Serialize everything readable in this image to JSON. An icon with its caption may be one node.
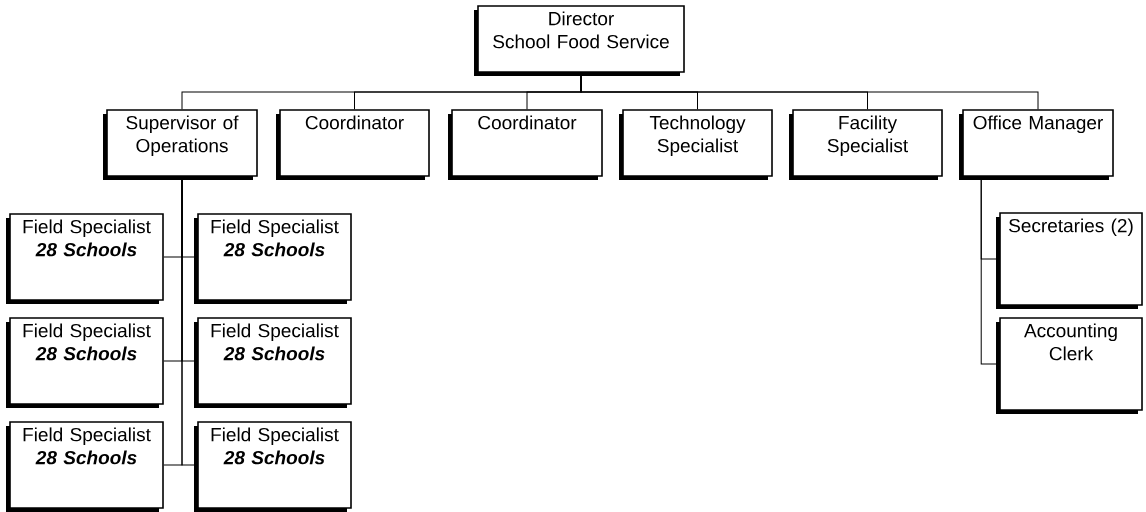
{
  "diagram": {
    "nodes": [
      {
        "text": [
          "Director",
          "School Food Service"
        ]
      },
      {
        "text": [
          "Supervisor of Operations"
        ]
      },
      {
        "text": [
          "Coordinator"
        ]
      },
      {
        "text": [
          "Coordinator"
        ]
      },
      {
        "text": [
          "Technology Specialist"
        ]
      },
      {
        "text": [
          "Facility Specialist"
        ]
      },
      {
        "text": [
          "Office Manager"
        ]
      },
      {
        "text": [
          "Field Specialist",
          "28 Schools"
        ]
      },
      {
        "text": [
          "Field Specialist",
          "28 Schools"
        ]
      },
      {
        "text": [
          "Field Specialist",
          "28 Schools"
        ]
      },
      {
        "text": [
          "Field Specialist",
          "28 Schools"
        ]
      },
      {
        "text": [
          "Field Specialist",
          "28 Schools"
        ]
      },
      {
        "text": [
          "Field Specialist",
          "28 Schools"
        ]
      },
      {
        "text": [
          "Secretaries (2)"
        ]
      },
      {
        "text": [
          "Accounting Clerk"
        ]
      }
    ],
    "edges": [
      {
        "from": 0,
        "to": 1,
        "arrow": "none"
      },
      {
        "from": 0,
        "to": 2,
        "arrow": "none"
      },
      {
        "from": 0,
        "to": 3,
        "arrow": "none"
      },
      {
        "from": 0,
        "to": 4,
        "arrow": "none"
      },
      {
        "from": 0,
        "to": 5,
        "arrow": "none"
      },
      {
        "from": 0,
        "to": 6,
        "arrow": "none"
      },
      {
        "from": 1,
        "to": 7,
        "arrow": "none"
      },
      {
        "from": 1,
        "to": 8,
        "arrow": "none"
      },
      {
        "from": 1,
        "to": 9,
        "arrow": "none"
      },
      {
        "from": 1,
        "to": 10,
        "arrow": "none"
      },
      {
        "from": 1,
        "to": 11,
        "arrow": "none"
      },
      {
        "from": 1,
        "to": 12,
        "arrow": "none"
      },
      {
        "from": 6,
        "to": 13,
        "arrow": "none"
      },
      {
        "from": 6,
        "to": 14,
        "arrow": "none"
      }
    ]
  }
}
